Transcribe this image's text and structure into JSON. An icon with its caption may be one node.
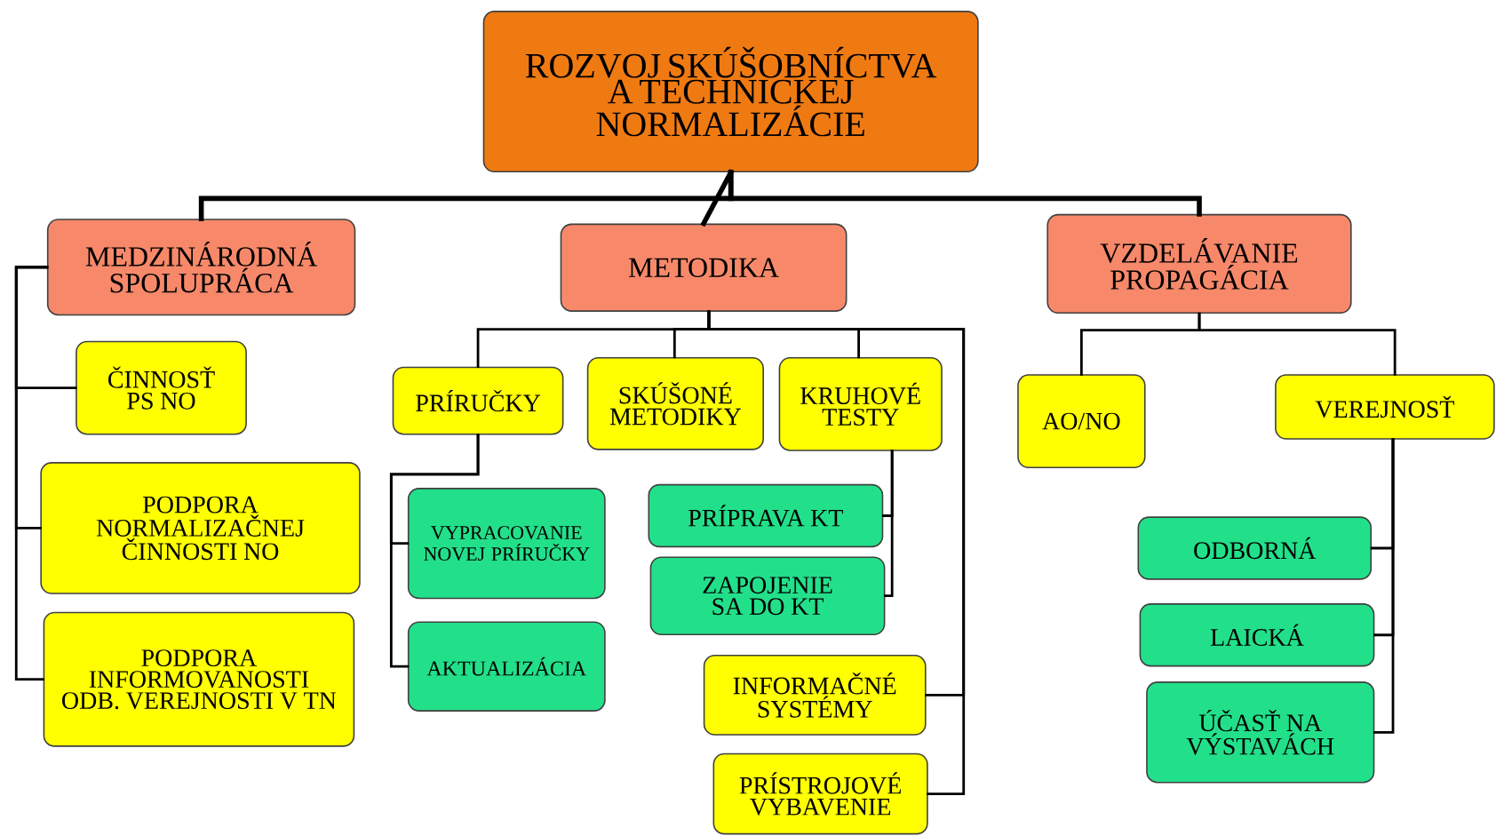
{
  "diagram": {
    "nodes": [
      {
        "text": [
          "ROZVOJ SKÚŠOBNÍCTVA A TECHNICKEJ NORMALIZÁCIE"
        ]
      },
      {
        "text": [
          "MEDZINÁRODNÁ SPOLUPRÁCA"
        ]
      },
      {
        "text": [
          "METODIKA"
        ]
      },
      {
        "text": [
          "VZDELÁVANIE PROPAGÁCIA"
        ]
      },
      {
        "text": [
          "ČINNOSŤ PS NO"
        ]
      },
      {
        "text": [
          "PODPORA NORMALIZAČNEJ ČINNOSTI NO"
        ]
      },
      {
        "text": [
          "PODPORA INFORMOVANOSTI ODB. VEREJNOSTI V TN"
        ]
      },
      {
        "text": [
          "PRÍRUČKY"
        ]
      },
      {
        "text": [
          "SKÚŠONÉ METODIKY"
        ]
      },
      {
        "text": [
          "KRUHOVÉ TESTY"
        ]
      },
      {
        "text": [
          "VYPRACOVANIE NOVEJ PRÍRUČKY"
        ]
      },
      {
        "text": [
          "AKTUALIZÁCIA"
        ]
      },
      {
        "text": [
          "PRÍPRAVA KT"
        ]
      },
      {
        "text": [
          "ZAPOJENIE SA DO KT"
        ]
      },
      {
        "text": [
          "INFORMAČNÉ SYSTÉMY"
        ]
      },
      {
        "text": [
          "PRÍSTROJOVÉ VYBAVENIE"
        ]
      },
      {
        "text": [
          "AO/NO"
        ]
      },
      {
        "text": [
          "VEREJNOSŤ"
        ]
      },
      {
        "text": [
          "ODBORNÁ"
        ]
      },
      {
        "text": [
          "LAICKÁ"
        ]
      },
      {
        "text": [
          "ÚČASŤ NA VÝSTAVÁCH"
        ]
      }
    ],
    "edges": [
      {
        "from": 0,
        "to": 1,
        "arrow": "none",
        "style": "thick"
      },
      {
        "from": 0,
        "to": 2,
        "arrow": "none",
        "style": "thick"
      },
      {
        "from": 0,
        "to": 3,
        "arrow": "none",
        "style": "thick"
      },
      {
        "from": 1,
        "to": 4,
        "arrow": "none"
      },
      {
        "from": 1,
        "to": 5,
        "arrow": "none"
      },
      {
        "from": 1,
        "to": 6,
        "arrow": "none"
      },
      {
        "from": 2,
        "to": 7,
        "arrow": "none"
      },
      {
        "from": 2,
        "to": 8,
        "arrow": "none"
      },
      {
        "from": 2,
        "to": 9,
        "arrow": "none"
      },
      {
        "from": 2,
        "to": 14,
        "arrow": "none"
      },
      {
        "from": 2,
        "to": 15,
        "arrow": "none"
      },
      {
        "from": 7,
        "to": 10,
        "arrow": "none"
      },
      {
        "from": 7,
        "to": 11,
        "arrow": "none"
      },
      {
        "from": 9,
        "to": 12,
        "arrow": "none"
      },
      {
        "from": 9,
        "to": 13,
        "arrow": "none"
      },
      {
        "from": 3,
        "to": 16,
        "arrow": "none"
      },
      {
        "from": 3,
        "to": 17,
        "arrow": "none"
      },
      {
        "from": 17,
        "to": 18,
        "arrow": "none"
      },
      {
        "from": 17,
        "to": 19,
        "arrow": "none"
      },
      {
        "from": 17,
        "to": 20,
        "arrow": "none"
      }
    ]
  }
}
